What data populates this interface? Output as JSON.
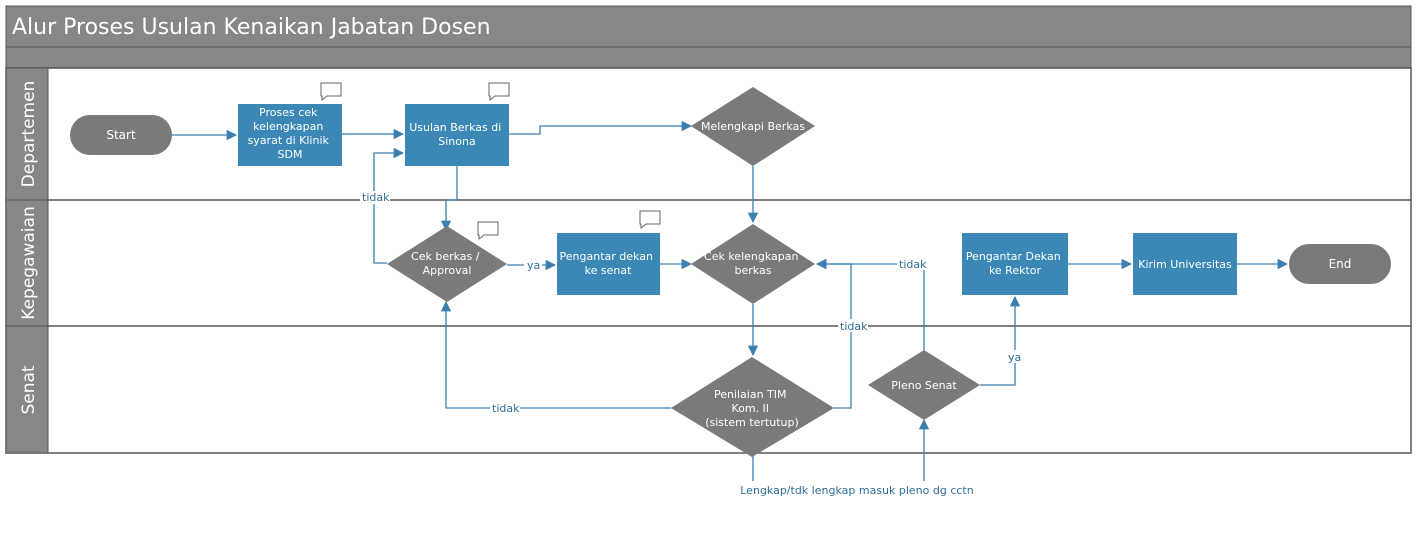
{
  "title": "Alur Proses Usulan Kenaikan Jabatan Dosen",
  "lanes": [
    "Departemen",
    "Kepegawaian",
    "Senat"
  ],
  "nodes": {
    "start": "Start",
    "proses_cek": [
      "Proses cek",
      "kelengkapan",
      "syarat di Klinik",
      "SDM"
    ],
    "usulan": [
      "Usulan Berkas di",
      "Sinona"
    ],
    "melengkapi": [
      "Melengkapi Berkas"
    ],
    "cek_berkas": [
      "Cek berkas /",
      "Approval"
    ],
    "pengantar_dekan_senat": [
      "Pengantar dekan",
      "ke senat"
    ],
    "cek_kelengkapan": [
      "Cek kelengkapan",
      "berkas"
    ],
    "pengantar_dekan_rektor": [
      "Pengantar Dekan",
      "ke Rektor"
    ],
    "kirim": [
      "Kirim Universitas"
    ],
    "end": "End",
    "penilaian": [
      "Penilaian TIM",
      "Kom. II",
      "(sistem tertutup)"
    ],
    "pleno": [
      "Pleno Senat"
    ]
  },
  "edge_labels": {
    "tidak_1": "tidak",
    "ya_1": "ya",
    "tidak_2": "tidak",
    "tidak_3": "tidak",
    "tidak_4": "tidak",
    "ya_2": "ya",
    "bottom_note": "Lengkap/tdk lengkap masuk pleno dg cctn"
  },
  "colors": {
    "header": "#878787",
    "lane_label": "#878787",
    "process": "#3b87b6",
    "decision": "#7a7a7a",
    "terminal": "#7a7a7a",
    "arrow": "#3a7fb0",
    "lane_line": "#666666"
  }
}
